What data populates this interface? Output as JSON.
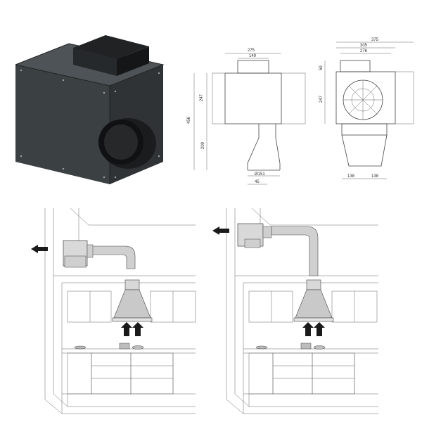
{
  "dimensions": {
    "front": {
      "total_width": "275",
      "top_width": "149",
      "height_body": "247",
      "height_total": "456",
      "duct_height": "209",
      "duct_diameter": "Ø151",
      "offset": "45"
    },
    "side": {
      "total_width": "375",
      "mid_width": "305",
      "inner_width": "276",
      "top_height": "59",
      "body_height": "247",
      "left_flange": "138",
      "right_flange": "138"
    }
  },
  "colors": {
    "housing": "#3a3f42",
    "housing_light": "#50565a",
    "duct": "#1e1f20",
    "arrow": "#1a1a1a",
    "line": "#444444"
  },
  "icons": {
    "airflow_arrow": "arrow-up-icon",
    "exhaust_arrow": "arrow-left-icon"
  }
}
